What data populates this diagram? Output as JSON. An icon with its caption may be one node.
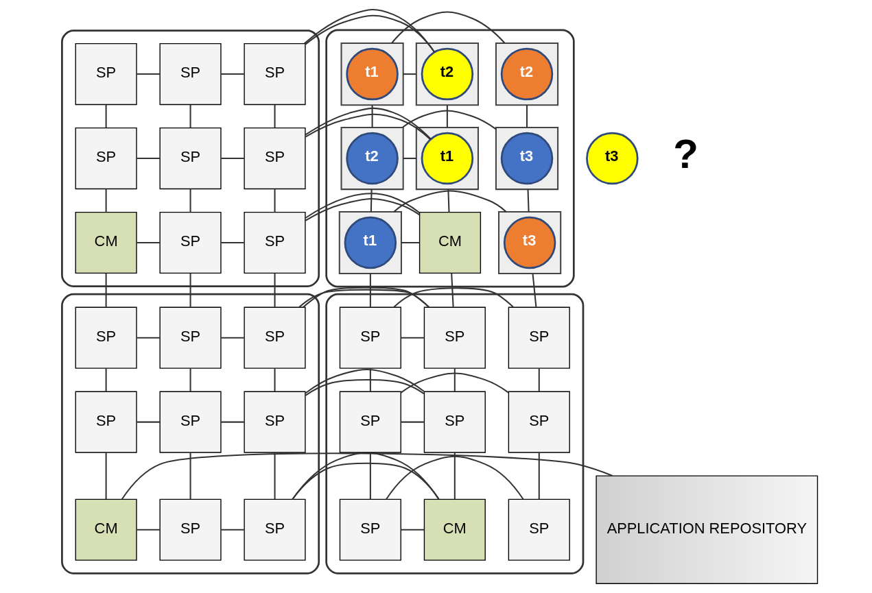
{
  "diagram": {
    "nodes": [
      {
        "text": [],
        "shape": "box"
      },
      {
        "text": [
          "SP"
        ],
        "in": 0
      },
      {
        "text": [
          "SP"
        ],
        "in": 0
      },
      {
        "text": [
          "SP"
        ],
        "in": 0
      },
      {
        "text": [
          "SP"
        ],
        "in": 0
      },
      {
        "text": [
          "SP"
        ],
        "in": 0
      },
      {
        "text": [
          "SP"
        ],
        "in": 0
      },
      {
        "text": [
          "CM"
        ],
        "in": 0
      },
      {
        "text": [
          "SP"
        ],
        "in": 0
      },
      {
        "text": [
          "SP"
        ],
        "in": 0
      },
      {
        "text": [],
        "shape": "box"
      },
      {
        "text": [],
        "shape": "box",
        "in": 10
      },
      {
        "text": [
          "t2"
        ],
        "in": 11
      },
      {
        "text": [],
        "shape": "box",
        "in": 10
      },
      {
        "text": [
          "t1"
        ],
        "in": 13
      },
      {
        "text": [],
        "shape": "box",
        "in": 10
      },
      {
        "text": [
          "t2"
        ],
        "in": 15
      },
      {
        "text": [],
        "shape": "box",
        "in": 10
      },
      {
        "text": [
          "t1"
        ],
        "in": 17
      },
      {
        "text": [],
        "shape": "box",
        "in": 10
      },
      {
        "text": [
          "t2"
        ],
        "in": 19
      },
      {
        "text": [],
        "shape": "box",
        "in": 10
      },
      {
        "text": [
          "t3"
        ],
        "in": 21
      },
      {
        "text": [
          "CM"
        ],
        "in": 10
      },
      {
        "text": [],
        "shape": "box",
        "in": 10
      },
      {
        "text": [
          "t1"
        ],
        "in": 24
      },
      {
        "text": [],
        "shape": "box",
        "in": 10
      },
      {
        "text": [
          "t3"
        ],
        "in": 26
      },
      {
        "text": [
          "t3"
        ]
      },
      {
        "text": [],
        "shape": "box"
      },
      {
        "text": [
          "SP"
        ],
        "in": 29
      },
      {
        "text": [
          "SP"
        ],
        "in": 29
      },
      {
        "text": [
          "SP"
        ],
        "in": 29
      },
      {
        "text": [
          "SP"
        ],
        "in": 29
      },
      {
        "text": [
          "SP"
        ],
        "in": 29
      },
      {
        "text": [
          "SP"
        ],
        "in": 29
      },
      {
        "text": [
          "CM"
        ],
        "in": 29
      },
      {
        "text": [
          "SP"
        ],
        "in": 29
      },
      {
        "text": [
          "SP"
        ],
        "in": 29
      },
      {
        "text": [],
        "shape": "box"
      },
      {
        "text": [
          "SP"
        ],
        "in": 39
      },
      {
        "text": [
          "SP"
        ],
        "in": 39
      },
      {
        "text": [
          "SP"
        ],
        "in": 39
      },
      {
        "text": [
          "SP"
        ],
        "in": 39
      },
      {
        "text": [
          "SP"
        ],
        "in": 39
      },
      {
        "text": [
          "SP"
        ],
        "in": 39
      },
      {
        "text": [
          "CM"
        ],
        "in": 39
      },
      {
        "text": [
          "SP"
        ],
        "in": 39
      },
      {
        "text": [
          "SP"
        ],
        "in": 39
      },
      {
        "text": [
          "APPLICATION REPOSITORY"
        ]
      }
    ],
    "edges": [
      {
        "from": 1,
        "to": 2,
        "arrow": "none"
      },
      {
        "from": 2,
        "to": 3,
        "arrow": "none"
      },
      {
        "from": 3,
        "to": 11,
        "arrow": "none"
      },
      {
        "from": 11,
        "to": 13,
        "arrow": "none"
      },
      {
        "from": 13,
        "to": 15,
        "arrow": "none"
      },
      {
        "from": 4,
        "to": 5,
        "arrow": "none"
      },
      {
        "from": 5,
        "to": 6,
        "arrow": "none"
      },
      {
        "from": 6,
        "to": 17,
        "arrow": "none"
      },
      {
        "from": 17,
        "to": 19,
        "arrow": "none"
      },
      {
        "from": 19,
        "to": 21,
        "arrow": "none"
      },
      {
        "from": 7,
        "to": 8,
        "arrow": "none"
      },
      {
        "from": 8,
        "to": 9,
        "arrow": "none"
      },
      {
        "from": 9,
        "to": 23,
        "arrow": "none"
      },
      {
        "from": 23,
        "to": 24,
        "arrow": "none"
      },
      {
        "from": 24,
        "to": 26,
        "arrow": "none"
      },
      {
        "from": 30,
        "to": 31,
        "arrow": "none"
      },
      {
        "from": 31,
        "to": 32,
        "arrow": "none"
      },
      {
        "from": 32,
        "to": 40,
        "arrow": "none"
      },
      {
        "from": 40,
        "to": 41,
        "arrow": "none"
      },
      {
        "from": 41,
        "to": 42,
        "arrow": "none"
      },
      {
        "from": 33,
        "to": 34,
        "arrow": "none"
      },
      {
        "from": 34,
        "to": 35,
        "arrow": "none"
      },
      {
        "from": 35,
        "to": 43,
        "arrow": "none"
      },
      {
        "from": 43,
        "to": 44,
        "arrow": "none"
      },
      {
        "from": 44,
        "to": 45,
        "arrow": "none"
      },
      {
        "from": 36,
        "to": 37,
        "arrow": "none"
      },
      {
        "from": 37,
        "to": 38,
        "arrow": "none"
      },
      {
        "from": 38,
        "to": 46,
        "arrow": "none"
      },
      {
        "from": 46,
        "to": 47,
        "arrow": "none"
      },
      {
        "from": 47,
        "to": 48,
        "arrow": "none"
      },
      {
        "from": 1,
        "to": 4,
        "arrow": "none"
      },
      {
        "from": 4,
        "to": 7,
        "arrow": "none"
      },
      {
        "from": 7,
        "to": 30,
        "arrow": "none"
      },
      {
        "from": 30,
        "to": 33,
        "arrow": "none"
      },
      {
        "from": 33,
        "to": 36,
        "arrow": "none"
      },
      {
        "from": 2,
        "to": 5,
        "arrow": "none"
      },
      {
        "from": 5,
        "to": 8,
        "arrow": "none"
      },
      {
        "from": 8,
        "to": 31,
        "arrow": "none"
      },
      {
        "from": 31,
        "to": 34,
        "arrow": "none"
      },
      {
        "from": 34,
        "to": 37,
        "arrow": "none"
      },
      {
        "from": 3,
        "to": 6,
        "arrow": "none"
      },
      {
        "from": 6,
        "to": 9,
        "arrow": "none"
      },
      {
        "from": 9,
        "to": 32,
        "arrow": "none"
      },
      {
        "from": 32,
        "to": 35,
        "arrow": "none"
      },
      {
        "from": 35,
        "to": 38,
        "arrow": "none"
      },
      {
        "from": 11,
        "to": 17,
        "arrow": "none"
      },
      {
        "from": 17,
        "to": 23,
        "arrow": "none"
      },
      {
        "from": 23,
        "to": 40,
        "arrow": "none"
      },
      {
        "from": 40,
        "to": 43,
        "arrow": "none"
      },
      {
        "from": 43,
        "to": 46,
        "arrow": "none"
      },
      {
        "from": 13,
        "to": 19,
        "arrow": "none"
      },
      {
        "from": 19,
        "to": 24,
        "arrow": "none"
      },
      {
        "from": 24,
        "to": 41,
        "arrow": "none"
      },
      {
        "from": 41,
        "to": 44,
        "arrow": "none"
      },
      {
        "from": 44,
        "to": 47,
        "arrow": "none"
      },
      {
        "from": 15,
        "to": 21,
        "arrow": "none"
      },
      {
        "from": 21,
        "to": 26,
        "arrow": "none"
      },
      {
        "from": 26,
        "to": 42,
        "arrow": "none"
      },
      {
        "from": 42,
        "to": 45,
        "arrow": "none"
      },
      {
        "from": 45,
        "to": 48,
        "arrow": "none"
      },
      {
        "from": 49,
        "to": 36,
        "arrow": "none"
      }
    ],
    "labels": [
      "?"
    ]
  }
}
